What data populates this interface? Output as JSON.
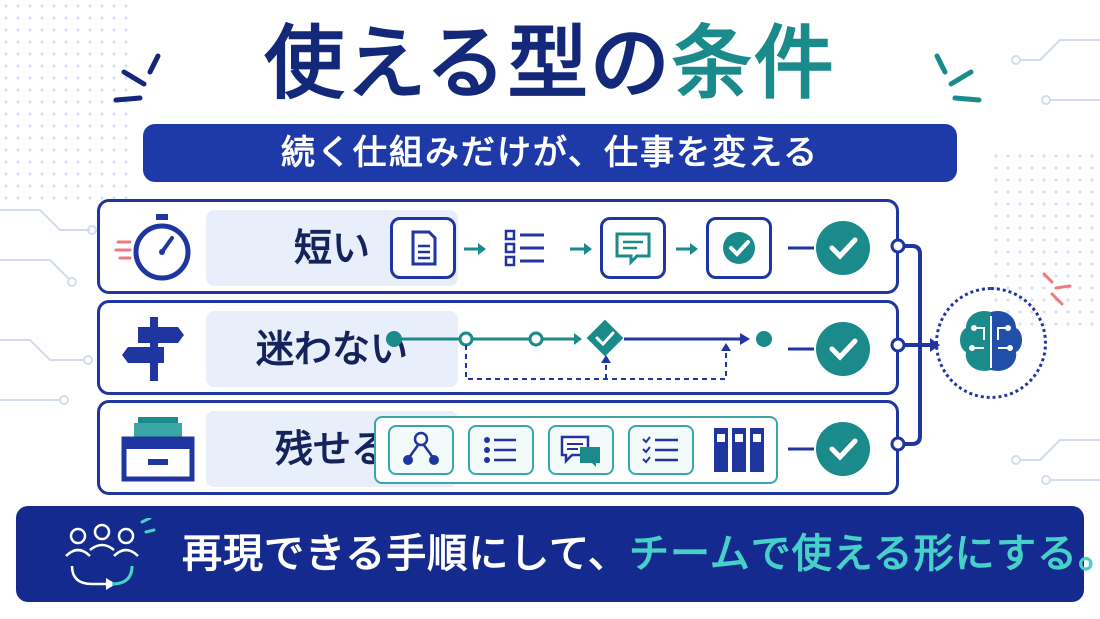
{
  "title": {
    "part1": "使える型の",
    "part2": "条件"
  },
  "subtitle": "続く仕組みだけが、仕事を変える",
  "rows": [
    {
      "label": "短い",
      "icon": "stopwatch-icon"
    },
    {
      "label": "迷わない",
      "icon": "signpost-icon"
    },
    {
      "label": "残せる",
      "icon": "archive-box-icon"
    }
  ],
  "bottom": {
    "part1": "再現できる手順にして、",
    "part2": "チームで使える形にする。",
    "icon": "team-loop-icon"
  },
  "colors": {
    "navy": "#1f35a0",
    "teal": "#1a8a8a",
    "accent_teal": "#45d0c8",
    "accent_red": "#f07a7a"
  }
}
